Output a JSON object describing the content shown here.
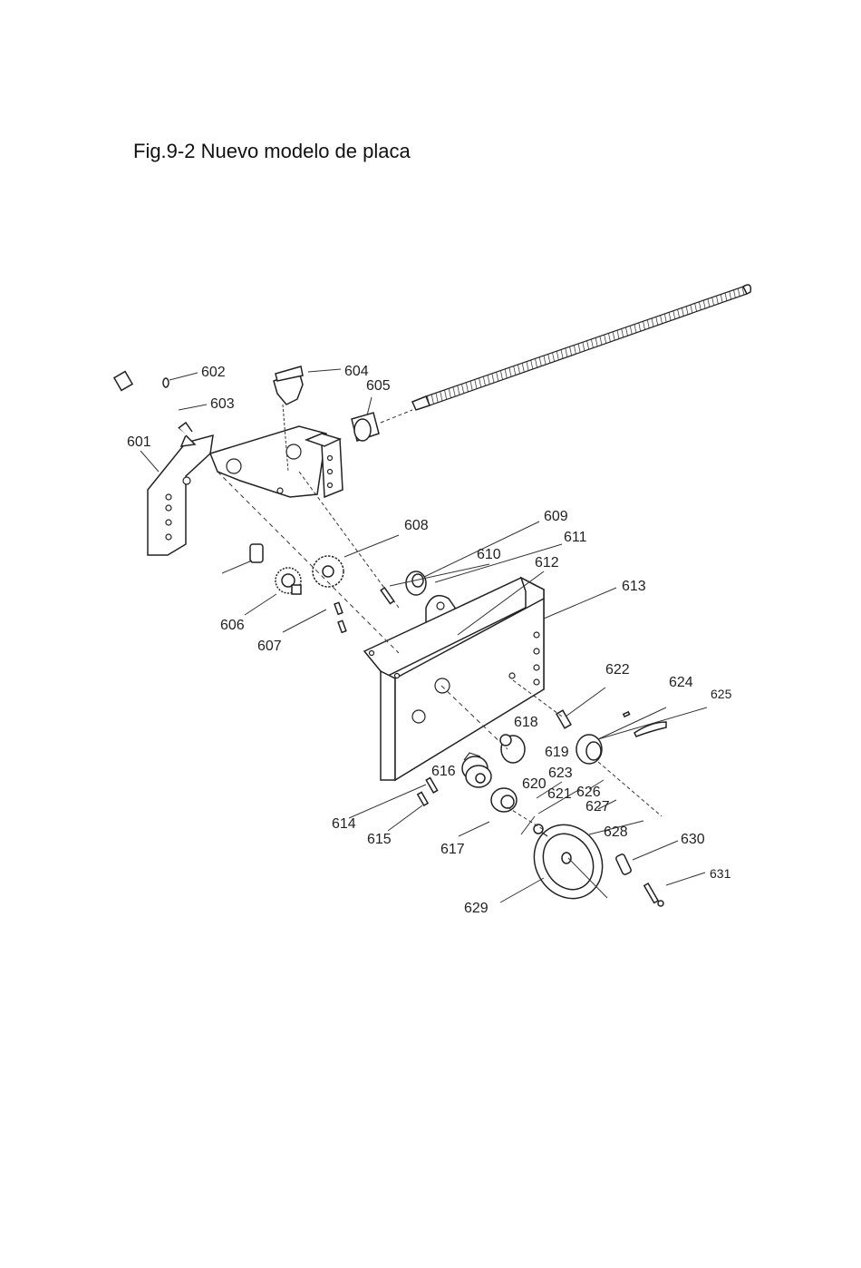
{
  "figure": {
    "title": "Fig.9-2 Nuevo modelo de placa"
  },
  "parts": [
    {
      "id": "601",
      "label": "601"
    },
    {
      "id": "602",
      "label": "602"
    },
    {
      "id": "603",
      "label": "603"
    },
    {
      "id": "604",
      "label": "604"
    },
    {
      "id": "605",
      "label": "605"
    },
    {
      "id": "606",
      "label": "606"
    },
    {
      "id": "607",
      "label": "607"
    },
    {
      "id": "608",
      "label": "608"
    },
    {
      "id": "609",
      "label": "609"
    },
    {
      "id": "610",
      "label": "610"
    },
    {
      "id": "611",
      "label": "611"
    },
    {
      "id": "612",
      "label": "612"
    },
    {
      "id": "613",
      "label": "613"
    },
    {
      "id": "614",
      "label": "614"
    },
    {
      "id": "615",
      "label": "615"
    },
    {
      "id": "616",
      "label": "616"
    },
    {
      "id": "617",
      "label": "617"
    },
    {
      "id": "618",
      "label": "618"
    },
    {
      "id": "619",
      "label": "619"
    },
    {
      "id": "620",
      "label": "620"
    },
    {
      "id": "621",
      "label": "621"
    },
    {
      "id": "622",
      "label": "622"
    },
    {
      "id": "623",
      "label": "623"
    },
    {
      "id": "624",
      "label": "624"
    },
    {
      "id": "625",
      "label": "625"
    },
    {
      "id": "626",
      "label": "626"
    },
    {
      "id": "627",
      "label": "627"
    },
    {
      "id": "628",
      "label": "628"
    },
    {
      "id": "629",
      "label": "629"
    },
    {
      "id": "630",
      "label": "630"
    },
    {
      "id": "631",
      "label": "631"
    }
  ]
}
